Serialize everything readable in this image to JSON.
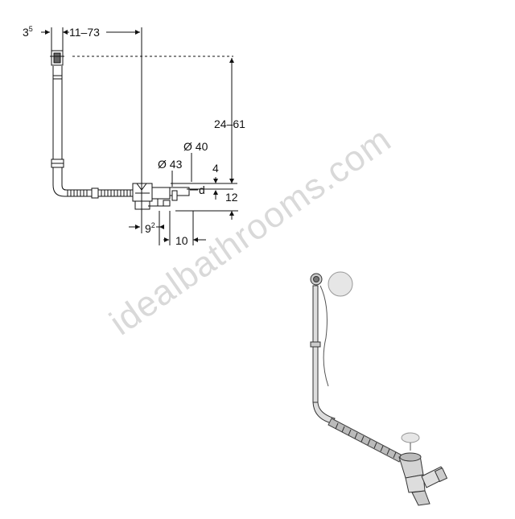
{
  "drawing": {
    "dims": {
      "offset_base": "3",
      "offset_sup": "5",
      "horizontal_range": "11–73",
      "vertical_range": "24–61",
      "dia_outlet": "Ø 40",
      "dia_trap": "Ø 43",
      "gap_top": "4",
      "gap_bottom": "12",
      "pipe_label": "d",
      "trap_base": "9",
      "trap_sup": "2",
      "outlet_len": "10"
    }
  },
  "watermark": {
    "text": "idealbathrooms.com"
  },
  "colors": {
    "line": "#111111",
    "product_fill": "#e6e6e6",
    "watermark": "#d9d9d9"
  }
}
